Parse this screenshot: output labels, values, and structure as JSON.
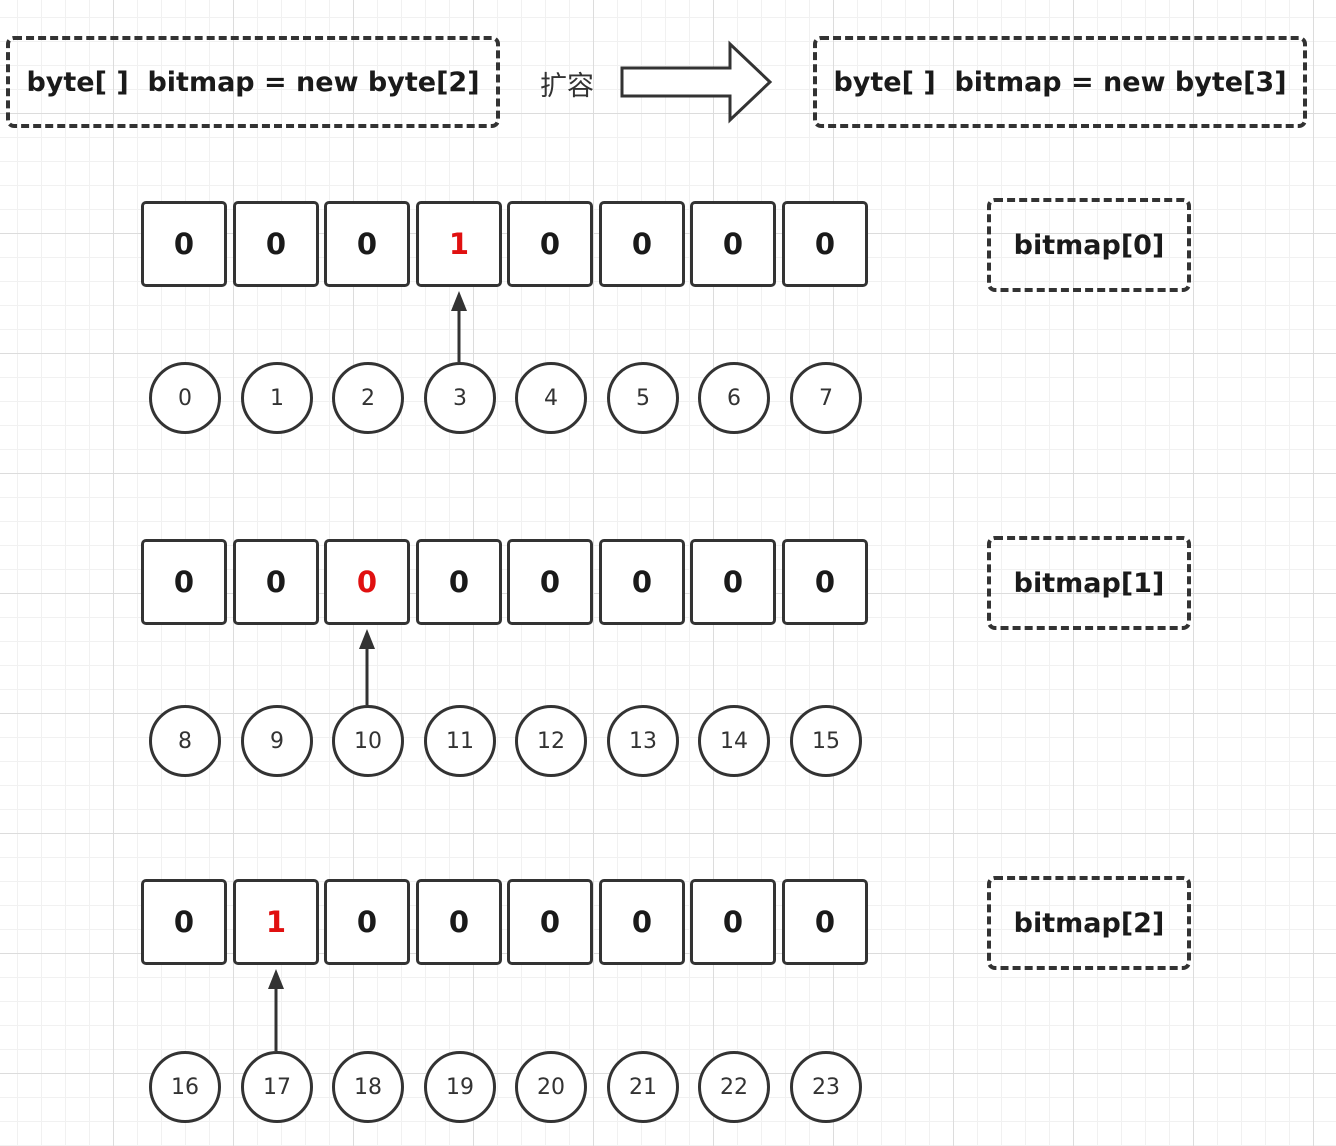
{
  "header": {
    "old_declaration": "byte[ ]  bitmap = new byte[2]",
    "expand_label": "扩容",
    "new_declaration": "byte[ ]  bitmap = new byte[3]"
  },
  "bytes": [
    {
      "label": "bitmap[0]",
      "bits": [
        "0",
        "0",
        "0",
        "1",
        "0",
        "0",
        "0",
        "0"
      ],
      "highlight": 3,
      "indices": [
        "0",
        "1",
        "2",
        "3",
        "4",
        "5",
        "6",
        "7"
      ]
    },
    {
      "label": "bitmap[1]",
      "bits": [
        "0",
        "0",
        "0",
        "0",
        "0",
        "0",
        "0",
        "0"
      ],
      "highlight": 2,
      "indices": [
        "8",
        "9",
        "10",
        "11",
        "12",
        "13",
        "14",
        "15"
      ]
    },
    {
      "label": "bitmap[2]",
      "bits": [
        "0",
        "1",
        "0",
        "0",
        "0",
        "0",
        "0",
        "0"
      ],
      "highlight": 1,
      "indices": [
        "16",
        "17",
        "18",
        "19",
        "20",
        "21",
        "22",
        "23"
      ]
    }
  ],
  "colors": {
    "highlight": "#e01010",
    "stroke": "#333333"
  }
}
